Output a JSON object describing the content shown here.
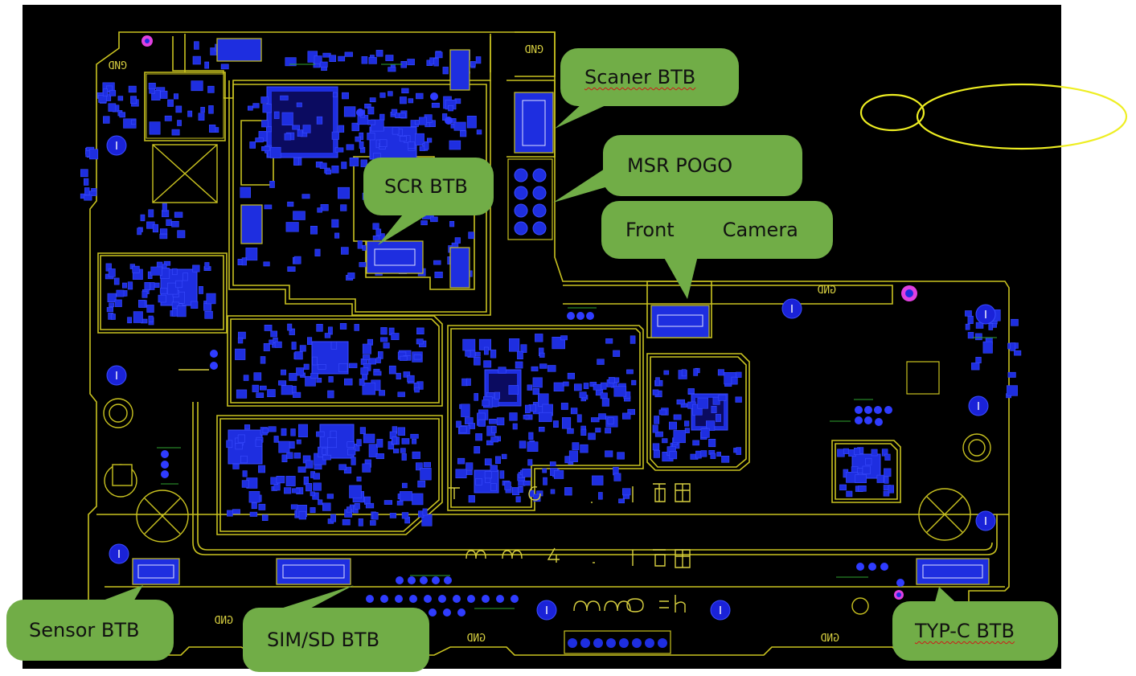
{
  "colors": {
    "board_background": "#000000",
    "outline": "#c9c220",
    "copper": "#1e2ee0",
    "component_body": "#3a4cff",
    "via": "#2f3cff",
    "silkscreen_green": "#2fa52f",
    "callout_fill": "#71ad47",
    "callout_text": "#111111",
    "highlight_ellipse": "#eeee22",
    "test_point_magenta": "#e040e0"
  },
  "silkscreen": {
    "gnd_labels": [
      "GND",
      "GND",
      "GND",
      "GND",
      "GND",
      "GND"
    ]
  },
  "callouts": [
    {
      "id": "scaner-btb",
      "label": "Scaner BTB",
      "spellcheck_underline": true
    },
    {
      "id": "msr-pogo",
      "label": "MSR POGO",
      "spellcheck_underline": false
    },
    {
      "id": "scr-btb",
      "label": "SCR BTB",
      "spellcheck_underline": false
    },
    {
      "id": "front-camera",
      "label_left": "Front",
      "label_right": "Camera",
      "spellcheck_underline": false
    },
    {
      "id": "sensor-btb",
      "label": "Sensor BTB",
      "spellcheck_underline": false
    },
    {
      "id": "sim-sd-btb",
      "label": "SIM/SD BTB",
      "spellcheck_underline": false
    },
    {
      "id": "typ-c-btb",
      "label": "TYP-C BTB",
      "spellcheck_underline": true
    }
  ]
}
